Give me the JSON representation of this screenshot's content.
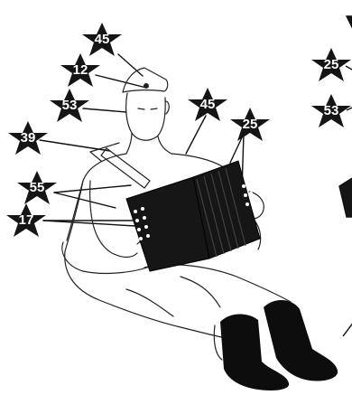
{
  "callouts": {
    "c1": "45",
    "c2": "12",
    "c3": "53",
    "c4": "39",
    "c5": "55",
    "c6": "17",
    "c7": "45",
    "c8": "25",
    "c9": "25",
    "c10": "53"
  },
  "colors": {
    "star": "#151515",
    "ink": "#111111",
    "boots": "#0d0d0d",
    "accordion": "#161616"
  }
}
